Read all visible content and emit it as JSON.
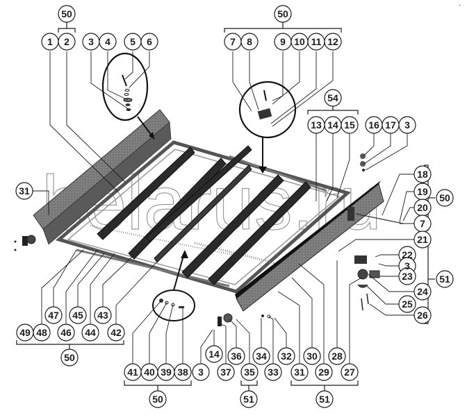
{
  "title": "Exploded parts diagram – header frame with conveyor beams",
  "watermark": "belarus.ru",
  "corner_mark": "-",
  "colors": {
    "ink": "#1a1a1a",
    "beam_dark": "#2a2a2a",
    "panel_grey": "#6e6e6e",
    "frame_grey": "#8c8c8c",
    "watermark": "#9a9a9a"
  },
  "callouts": [
    {
      "id": "c1",
      "label": "1"
    },
    {
      "id": "c2",
      "label": "2"
    },
    {
      "id": "c50a",
      "label": "50"
    },
    {
      "id": "c3a",
      "label": "3"
    },
    {
      "id": "c4",
      "label": "4"
    },
    {
      "id": "c5",
      "label": "5"
    },
    {
      "id": "c6",
      "label": "6"
    },
    {
      "id": "c50b",
      "label": "50"
    },
    {
      "id": "c7a",
      "label": "7"
    },
    {
      "id": "c8",
      "label": "8"
    },
    {
      "id": "c9",
      "label": "9"
    },
    {
      "id": "c10",
      "label": "10"
    },
    {
      "id": "c11",
      "label": "11"
    },
    {
      "id": "c12",
      "label": "12"
    },
    {
      "id": "c54",
      "label": "54"
    },
    {
      "id": "c13",
      "label": "13"
    },
    {
      "id": "c14a",
      "label": "14"
    },
    {
      "id": "c15",
      "label": "15"
    },
    {
      "id": "c16",
      "label": "16"
    },
    {
      "id": "c17",
      "label": "17"
    },
    {
      "id": "c3b",
      "label": "3"
    },
    {
      "id": "c31a",
      "label": "31"
    },
    {
      "id": "c18",
      "label": "18"
    },
    {
      "id": "c19",
      "label": "19"
    },
    {
      "id": "c20",
      "label": "20"
    },
    {
      "id": "c7b",
      "label": "7"
    },
    {
      "id": "c50c",
      "label": "50"
    },
    {
      "id": "c21",
      "label": "21"
    },
    {
      "id": "c22",
      "label": "22"
    },
    {
      "id": "c3c",
      "label": "3"
    },
    {
      "id": "c23",
      "label": "23"
    },
    {
      "id": "c24",
      "label": "24"
    },
    {
      "id": "c25",
      "label": "25"
    },
    {
      "id": "c26",
      "label": "26"
    },
    {
      "id": "c51a",
      "label": "51"
    },
    {
      "id": "c47",
      "label": "47"
    },
    {
      "id": "c45",
      "label": "45"
    },
    {
      "id": "c43",
      "label": "43"
    },
    {
      "id": "c49",
      "label": "49"
    },
    {
      "id": "c48",
      "label": "48"
    },
    {
      "id": "c46",
      "label": "46"
    },
    {
      "id": "c44",
      "label": "44"
    },
    {
      "id": "c42",
      "label": "42"
    },
    {
      "id": "c50d",
      "label": "50"
    },
    {
      "id": "c41",
      "label": "41"
    },
    {
      "id": "c40",
      "label": "40"
    },
    {
      "id": "c39",
      "label": "39"
    },
    {
      "id": "c38",
      "label": "38"
    },
    {
      "id": "c3d",
      "label": "3"
    },
    {
      "id": "c50e",
      "label": "50"
    },
    {
      "id": "c14b",
      "label": "14"
    },
    {
      "id": "c37",
      "label": "37"
    },
    {
      "id": "c36",
      "label": "36"
    },
    {
      "id": "c35",
      "label": "35"
    },
    {
      "id": "c51b",
      "label": "51"
    },
    {
      "id": "c34",
      "label": "34"
    },
    {
      "id": "c33",
      "label": "33"
    },
    {
      "id": "c32",
      "label": "32"
    },
    {
      "id": "c31b",
      "label": "31"
    },
    {
      "id": "c30",
      "label": "30"
    },
    {
      "id": "c29",
      "label": "29"
    },
    {
      "id": "c28",
      "label": "28"
    },
    {
      "id": "c27",
      "label": "27"
    },
    {
      "id": "c51c",
      "label": "51"
    }
  ]
}
